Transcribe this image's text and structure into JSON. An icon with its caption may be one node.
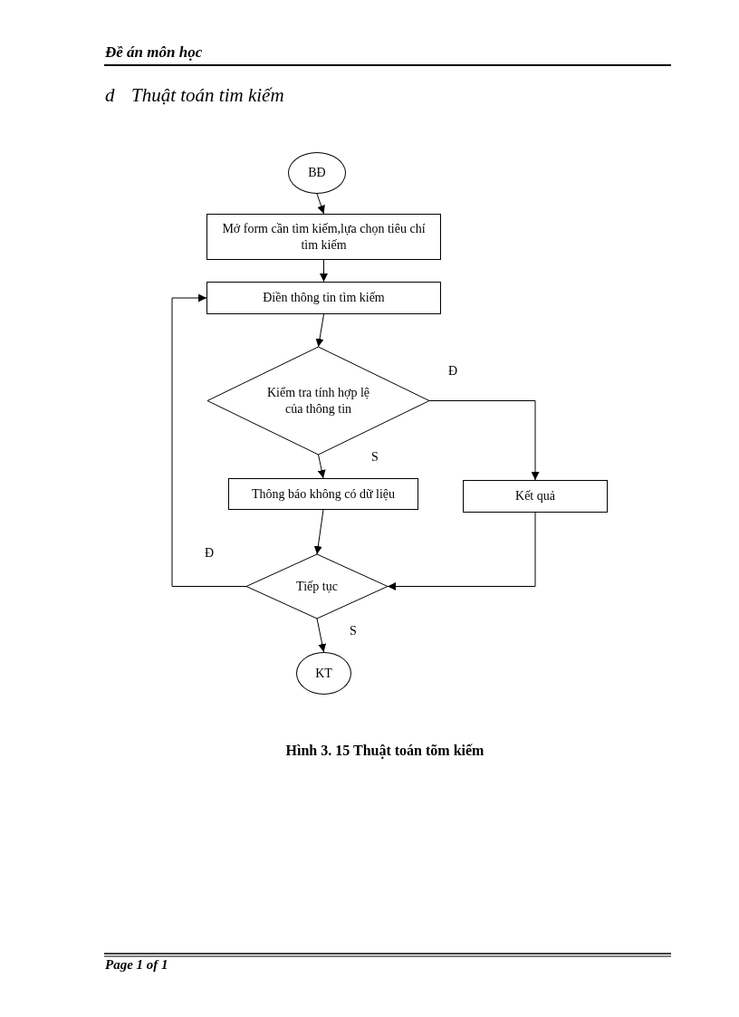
{
  "diagram": {
    "title": "Thuật toán tim kiếm",
    "caption": "Hình 3. 15 Thuật toán tõm kiếm",
    "nodes": [
      {
        "text": [
          "BĐ"
        ]
      },
      {
        "text": [
          "Mở form cần tìm kiếm,lựa chọn tiêu chí tìm kiếm"
        ]
      },
      {
        "text": [
          "Điền thông tin tìm kiếm"
        ]
      },
      {
        "text": [
          "Kiểm tra tính hợp lệ của thông tin"
        ]
      },
      {
        "text": [
          "Thông báo không có dữ liệu"
        ]
      },
      {
        "text": [
          "Kết quả"
        ]
      },
      {
        "text": [
          "Tiếp tục"
        ]
      },
      {
        "text": [
          "KT"
        ]
      }
    ],
    "edges": [
      {
        "from": 0,
        "to": 1,
        "arrow": "to"
      },
      {
        "from": 1,
        "to": 2,
        "arrow": "to"
      },
      {
        "from": 2,
        "to": 3,
        "arrow": "to"
      },
      {
        "from": 3,
        "to": 4,
        "arrow": "to",
        "label": "S"
      },
      {
        "from": 3,
        "to": 5,
        "arrow": "to",
        "label": "Đ"
      },
      {
        "from": 4,
        "to": 6,
        "arrow": "to"
      },
      {
        "from": 5,
        "to": 6,
        "arrow": "to"
      },
      {
        "from": 6,
        "to": 2,
        "arrow": "to",
        "label": "Đ"
      },
      {
        "from": 6,
        "to": 7,
        "arrow": "to",
        "label": "S"
      }
    ],
    "labels": [
      "Đề án môn học",
      "d",
      "Page 1 of 1"
    ]
  }
}
